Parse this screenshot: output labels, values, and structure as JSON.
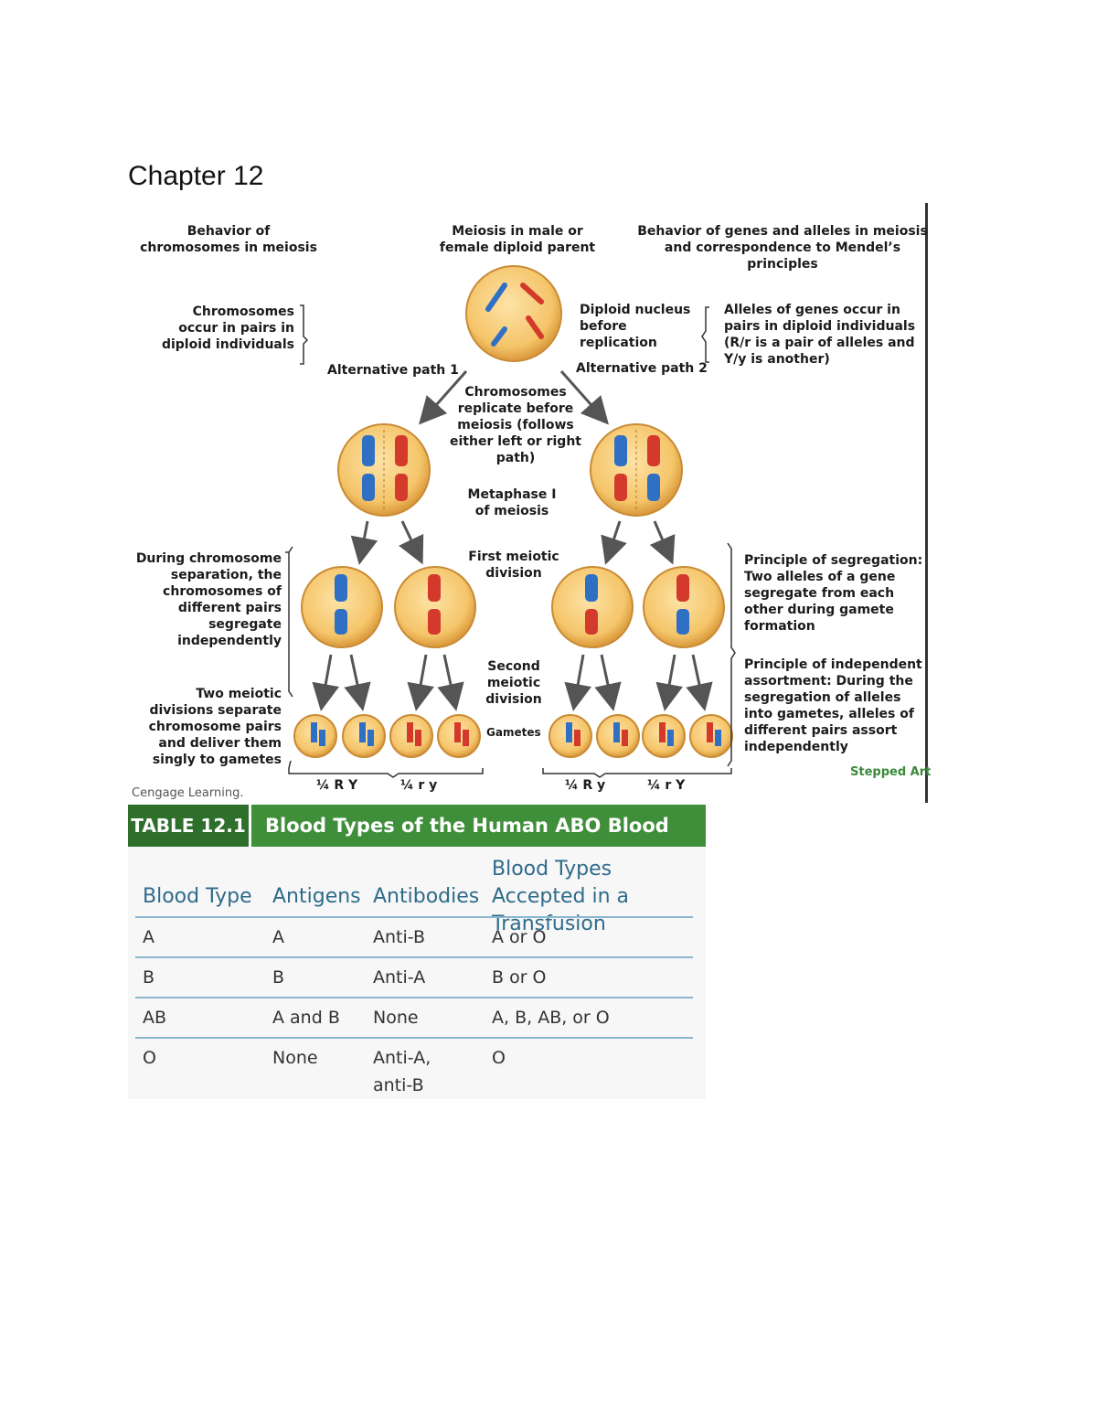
{
  "page": {
    "chapter_title": "Chapter 12"
  },
  "figure": {
    "col_left_title": "Behavior of chromosomes in meiosis",
    "col_center_title": "Meiosis in male or female diploid parent",
    "col_right_title": "Behavior of genes and alleles in meiosis and correspondence to Mendel’s principles",
    "chromosomes_pairs_note": "Chromosomes occur in pairs in diploid individuals",
    "diploid_nucleus": "Diploid nucleus before replication",
    "alleles_pairs_note": "Alleles of genes occur in pairs in diploid individuals (R/r is a pair of alleles and Y/y is another)",
    "alt_path_1": "Alternative path 1",
    "alt_path_2": "Alternative path 2",
    "replicate_note": "Chromosomes replicate before meiosis (follows either left or right path)",
    "metaphase": "Metaphase I of meiosis",
    "first_division": "First meiotic division",
    "separation_note": "During chromosome separation, the chromosomes of different pairs segregate independently",
    "segregation_principle": "Principle of segregation: Two alleles of a gene segregate from each other during gamete formation",
    "second_division": "Second meiotic division",
    "two_divisions_note": "Two meiotic divisions separate chromosome pairs and deliver them singly to gametes",
    "independent_assortment": "Principle of independent assortment: During the segregation of alleles into gametes, alleles of different pairs assort independently",
    "gametes_label": "Gametes",
    "gamete_ratios": [
      "¼ R Y",
      "¼ r y",
      "¼ R y",
      "¼ r Y"
    ],
    "stepped_art": "Stepped Art",
    "credit": "Cengage Learning."
  },
  "table": {
    "number": "TABLE 12.1",
    "title": "Blood Types of the Human ABO Blood Group",
    "headers": [
      "Blood Type",
      "Antigens",
      "Antibodies",
      "Blood Types Accepted in a Transfusion"
    ],
    "rows": [
      [
        "A",
        "A",
        "Anti-B",
        "A or O"
      ],
      [
        "B",
        "B",
        "Anti-A",
        "B or O"
      ],
      [
        "AB",
        "A and B",
        "None",
        "A, B, AB, or O"
      ],
      [
        "O",
        "None",
        "Anti-A, anti-B",
        "O"
      ]
    ]
  },
  "colors": {
    "blue_chrom": "#2f6fc4",
    "red_chrom": "#d33a2c",
    "cell_fill": "#f5c56a",
    "table_green": "#3f8f3a"
  }
}
